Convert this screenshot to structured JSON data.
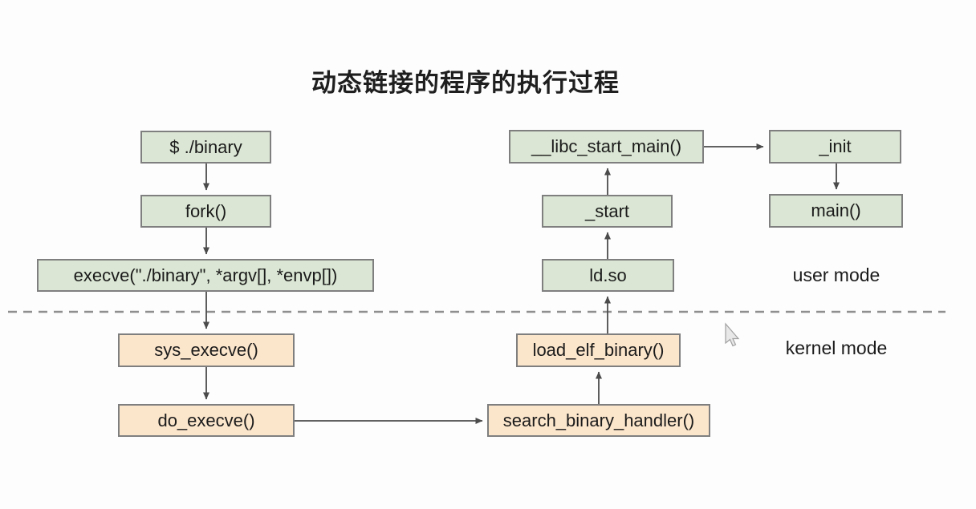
{
  "title": "动态链接的程序的执行过程",
  "nodes": {
    "binary": {
      "label": "$ ./binary",
      "mode": "user"
    },
    "fork": {
      "label": "fork()",
      "mode": "user"
    },
    "execve": {
      "label": "execve(\"./binary\", *argv[], *envp[])",
      "mode": "user"
    },
    "sys_execve": {
      "label": "sys_execve()",
      "mode": "kernel"
    },
    "do_execve": {
      "label": "do_execve()",
      "mode": "kernel"
    },
    "search_binary_handler": {
      "label": "search_binary_handler()",
      "mode": "kernel"
    },
    "load_elf_binary": {
      "label": "load_elf_binary()",
      "mode": "kernel"
    },
    "ld_so": {
      "label": "ld.so",
      "mode": "user"
    },
    "start": {
      "label": "_start",
      "mode": "user"
    },
    "libc_start_main": {
      "label": "__libc_start_main()",
      "mode": "user"
    },
    "init": {
      "label": "_init",
      "mode": "user"
    },
    "main": {
      "label": "main()",
      "mode": "user"
    }
  },
  "edges": [
    {
      "from": "binary",
      "to": "fork",
      "direction": "down"
    },
    {
      "from": "fork",
      "to": "execve",
      "direction": "down"
    },
    {
      "from": "execve",
      "to": "sys_execve",
      "direction": "down"
    },
    {
      "from": "sys_execve",
      "to": "do_execve",
      "direction": "down"
    },
    {
      "from": "do_execve",
      "to": "search_binary_handler",
      "direction": "right"
    },
    {
      "from": "search_binary_handler",
      "to": "load_elf_binary",
      "direction": "up"
    },
    {
      "from": "load_elf_binary",
      "to": "ld_so",
      "direction": "up"
    },
    {
      "from": "ld_so",
      "to": "start",
      "direction": "up"
    },
    {
      "from": "start",
      "to": "libc_start_main",
      "direction": "up"
    },
    {
      "from": "libc_start_main",
      "to": "init",
      "direction": "right"
    },
    {
      "from": "init",
      "to": "main",
      "direction": "down"
    }
  ],
  "labels": {
    "user_mode": "user mode",
    "kernel_mode": "kernel mode"
  },
  "divider": {
    "style": "dashed",
    "separates": "user mode / kernel mode"
  },
  "cursor": {
    "icon": "mouse-pointer-icon"
  },
  "colors": {
    "user_box_fill": "#dbe7d4",
    "kernel_box_fill": "#fbe5cb",
    "box_border": "#7f7f7f",
    "arrow": "#4b4b4b",
    "divider": "#8f8f8f",
    "text": "#1b1b1b",
    "background": "#fdfdfd"
  }
}
